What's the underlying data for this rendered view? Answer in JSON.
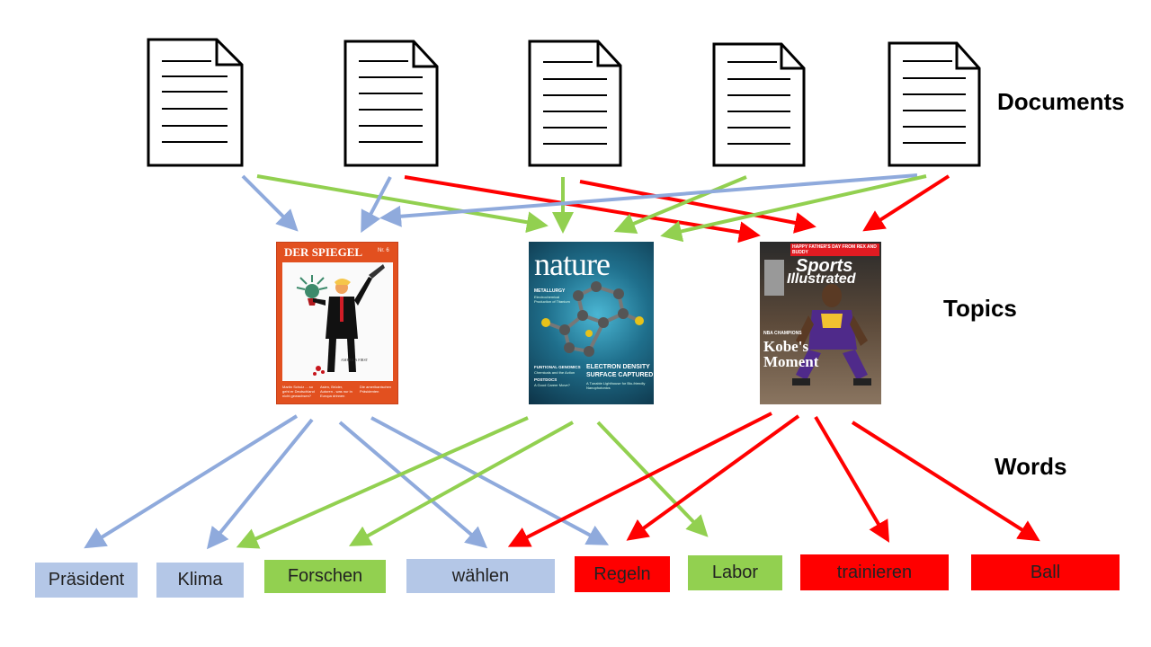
{
  "section_labels": {
    "documents": "Documents",
    "topics": "Topics",
    "words": "Words"
  },
  "colors": {
    "blue": "#8faadc",
    "green": "#92d050",
    "red": "#ff0000",
    "word_blue_bg": "#b4c7e7",
    "word_green_bg": "#92d050",
    "word_red_bg": "#ff0000"
  },
  "documents": [
    {
      "icon": "document-icon"
    },
    {
      "icon": "document-icon"
    },
    {
      "icon": "document-icon"
    },
    {
      "icon": "document-icon"
    },
    {
      "icon": "document-icon"
    }
  ],
  "topics": {
    "spiegel": {
      "masthead": "DER SPIEGEL",
      "issue": "Nr. 6",
      "caption": "AMERICA FIRST",
      "bottom_texts": [
        "Martin Schulz ... so geht er Deutschland nicht gewachsen?",
        "Asien, Brüder, Autoren - was nur in Europa drinnen",
        "Die amerikanischen Präsidenten"
      ]
    },
    "nature": {
      "masthead": "nature",
      "side_text_1": "METALLURGY",
      "side_text_2": "Electrochemical Production of Titanium",
      "bottom_left_1": "FUNTIONAL GENOMICS",
      "bottom_left_2": "Chemicals and the Action",
      "bottom_left_3": "POSTDOCS",
      "bottom_left_4": "A Good Career Move?",
      "bottom_right_1": "ELECTRON DENSITY",
      "bottom_right_2": "SURFACE CAPTURED",
      "bottom_right_3": "A Tunable Lighthouse for Bio-friendly Nanophotonics"
    },
    "sports": {
      "banner": "HAPPY FATHER'S DAY FROM REX AND BUDDY",
      "masthead_1": "Sports",
      "masthead_2": "Illustrated",
      "tag": "NBA CHAMPIONS",
      "headline_1": "Kobe's",
      "headline_2": "Moment"
    }
  },
  "words": [
    {
      "text": "Präsident",
      "topic": "blue"
    },
    {
      "text": "Klima",
      "topic": "blue"
    },
    {
      "text": "Forschen",
      "topic": "green"
    },
    {
      "text": "wählen",
      "topic": "blue"
    },
    {
      "text": "Regeln",
      "topic": "red"
    },
    {
      "text": "Labor",
      "topic": "green"
    },
    {
      "text": "trainieren",
      "topic": "red"
    },
    {
      "text": "Ball",
      "topic": "red"
    }
  ]
}
